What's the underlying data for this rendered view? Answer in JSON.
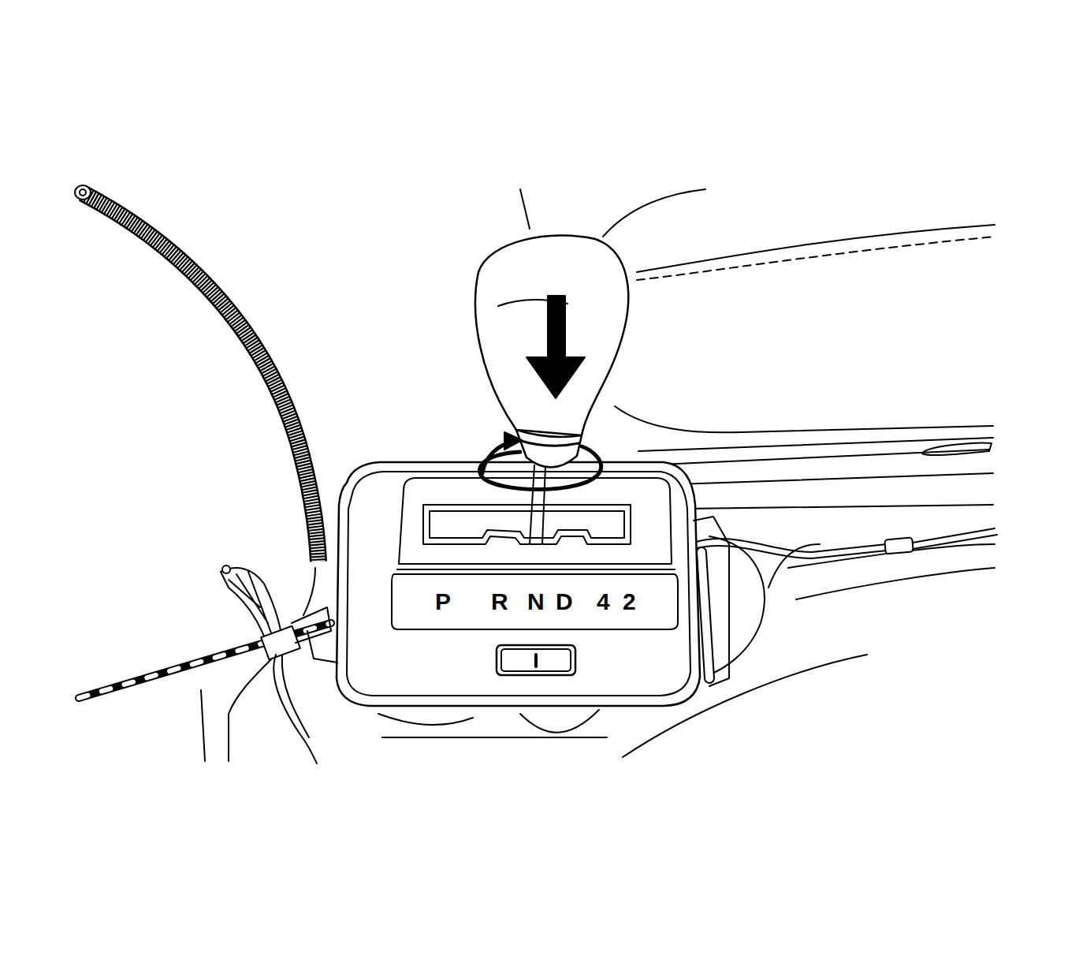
{
  "diagram": {
    "labels": [
      "P",
      "R",
      "N",
      "D",
      "4",
      "2"
    ]
  }
}
